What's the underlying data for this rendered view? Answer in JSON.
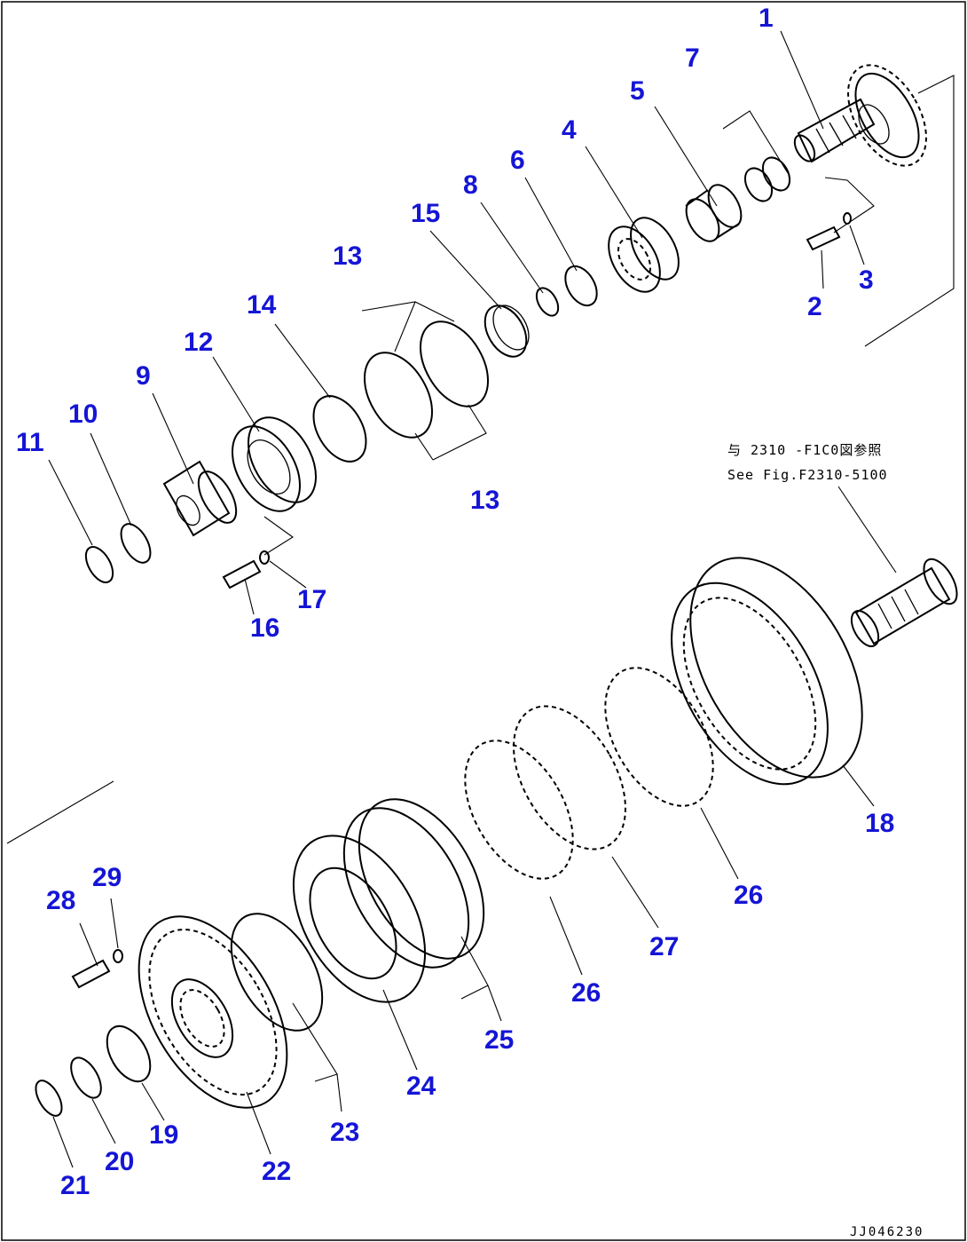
{
  "diagram": {
    "reference_note_jp": "与 2310 -F1C0図参照",
    "reference_note_en": "See  Fig.F2310-5100",
    "drawing_code": "JJ046230",
    "part_numbers": [
      "1",
      "2",
      "3",
      "4",
      "5",
      "6",
      "7",
      "8",
      "9",
      "10",
      "11",
      "12",
      "13",
      "13",
      "14",
      "15",
      "16",
      "17",
      "18",
      "19",
      "20",
      "21",
      "22",
      "23",
      "24",
      "25",
      "26",
      "26",
      "27",
      "28",
      "29"
    ]
  }
}
